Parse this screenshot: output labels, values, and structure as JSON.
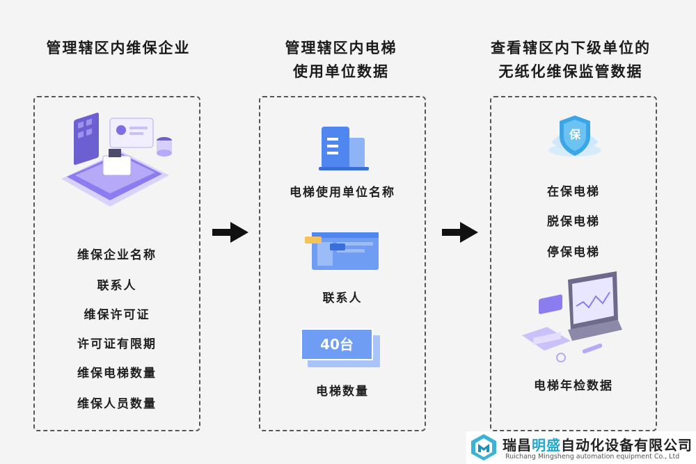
{
  "columns": [
    {
      "title_lines": [
        "管理辖区内维保企业"
      ],
      "items": [
        "维保企业名称",
        "联系人",
        "维保许可证",
        "许可证有限期",
        "维保电梯数量",
        "维保人员数量"
      ]
    },
    {
      "title_lines": [
        "管理辖区内电梯",
        "使用单位数据"
      ],
      "items": [
        "电梯使用单位名称",
        "联系人",
        "电梯数量"
      ],
      "count_card_text": "40台"
    },
    {
      "title_lines": [
        "查看辖区内下级单位的",
        "无纸化维保监管数据"
      ],
      "items": [
        "在保电梯",
        "脱保电梯",
        "停保电梯",
        "电梯年检数据"
      ],
      "shield_text": "保"
    }
  ],
  "logo": {
    "name_part1": "瑞昌",
    "name_highlight": "明盛",
    "name_part2": "自动化设备有限公司",
    "english": "Ruichang Mingsheng automation equipment Co., Ltd"
  },
  "colors": {
    "accent_blue": "#4f86ef",
    "accent_purple": "#8b7cf0",
    "logo_teal": "#23a7c9"
  }
}
